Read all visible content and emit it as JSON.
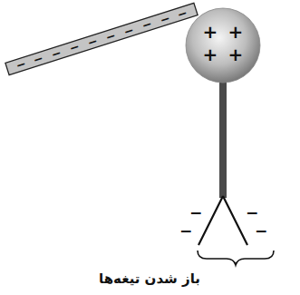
{
  "diagram": {
    "nodes": [
      {
        "text": [
          "−",
          "−",
          "−",
          "−",
          "−",
          "−",
          "−",
          "−",
          "−",
          "−"
        ]
      },
      {
        "text": [
          "+",
          "+",
          "+",
          "+"
        ]
      }
    ],
    "labels": [
      "−",
      "−",
      "−",
      "−",
      "باز شدن تیغه‌ها"
    ]
  }
}
